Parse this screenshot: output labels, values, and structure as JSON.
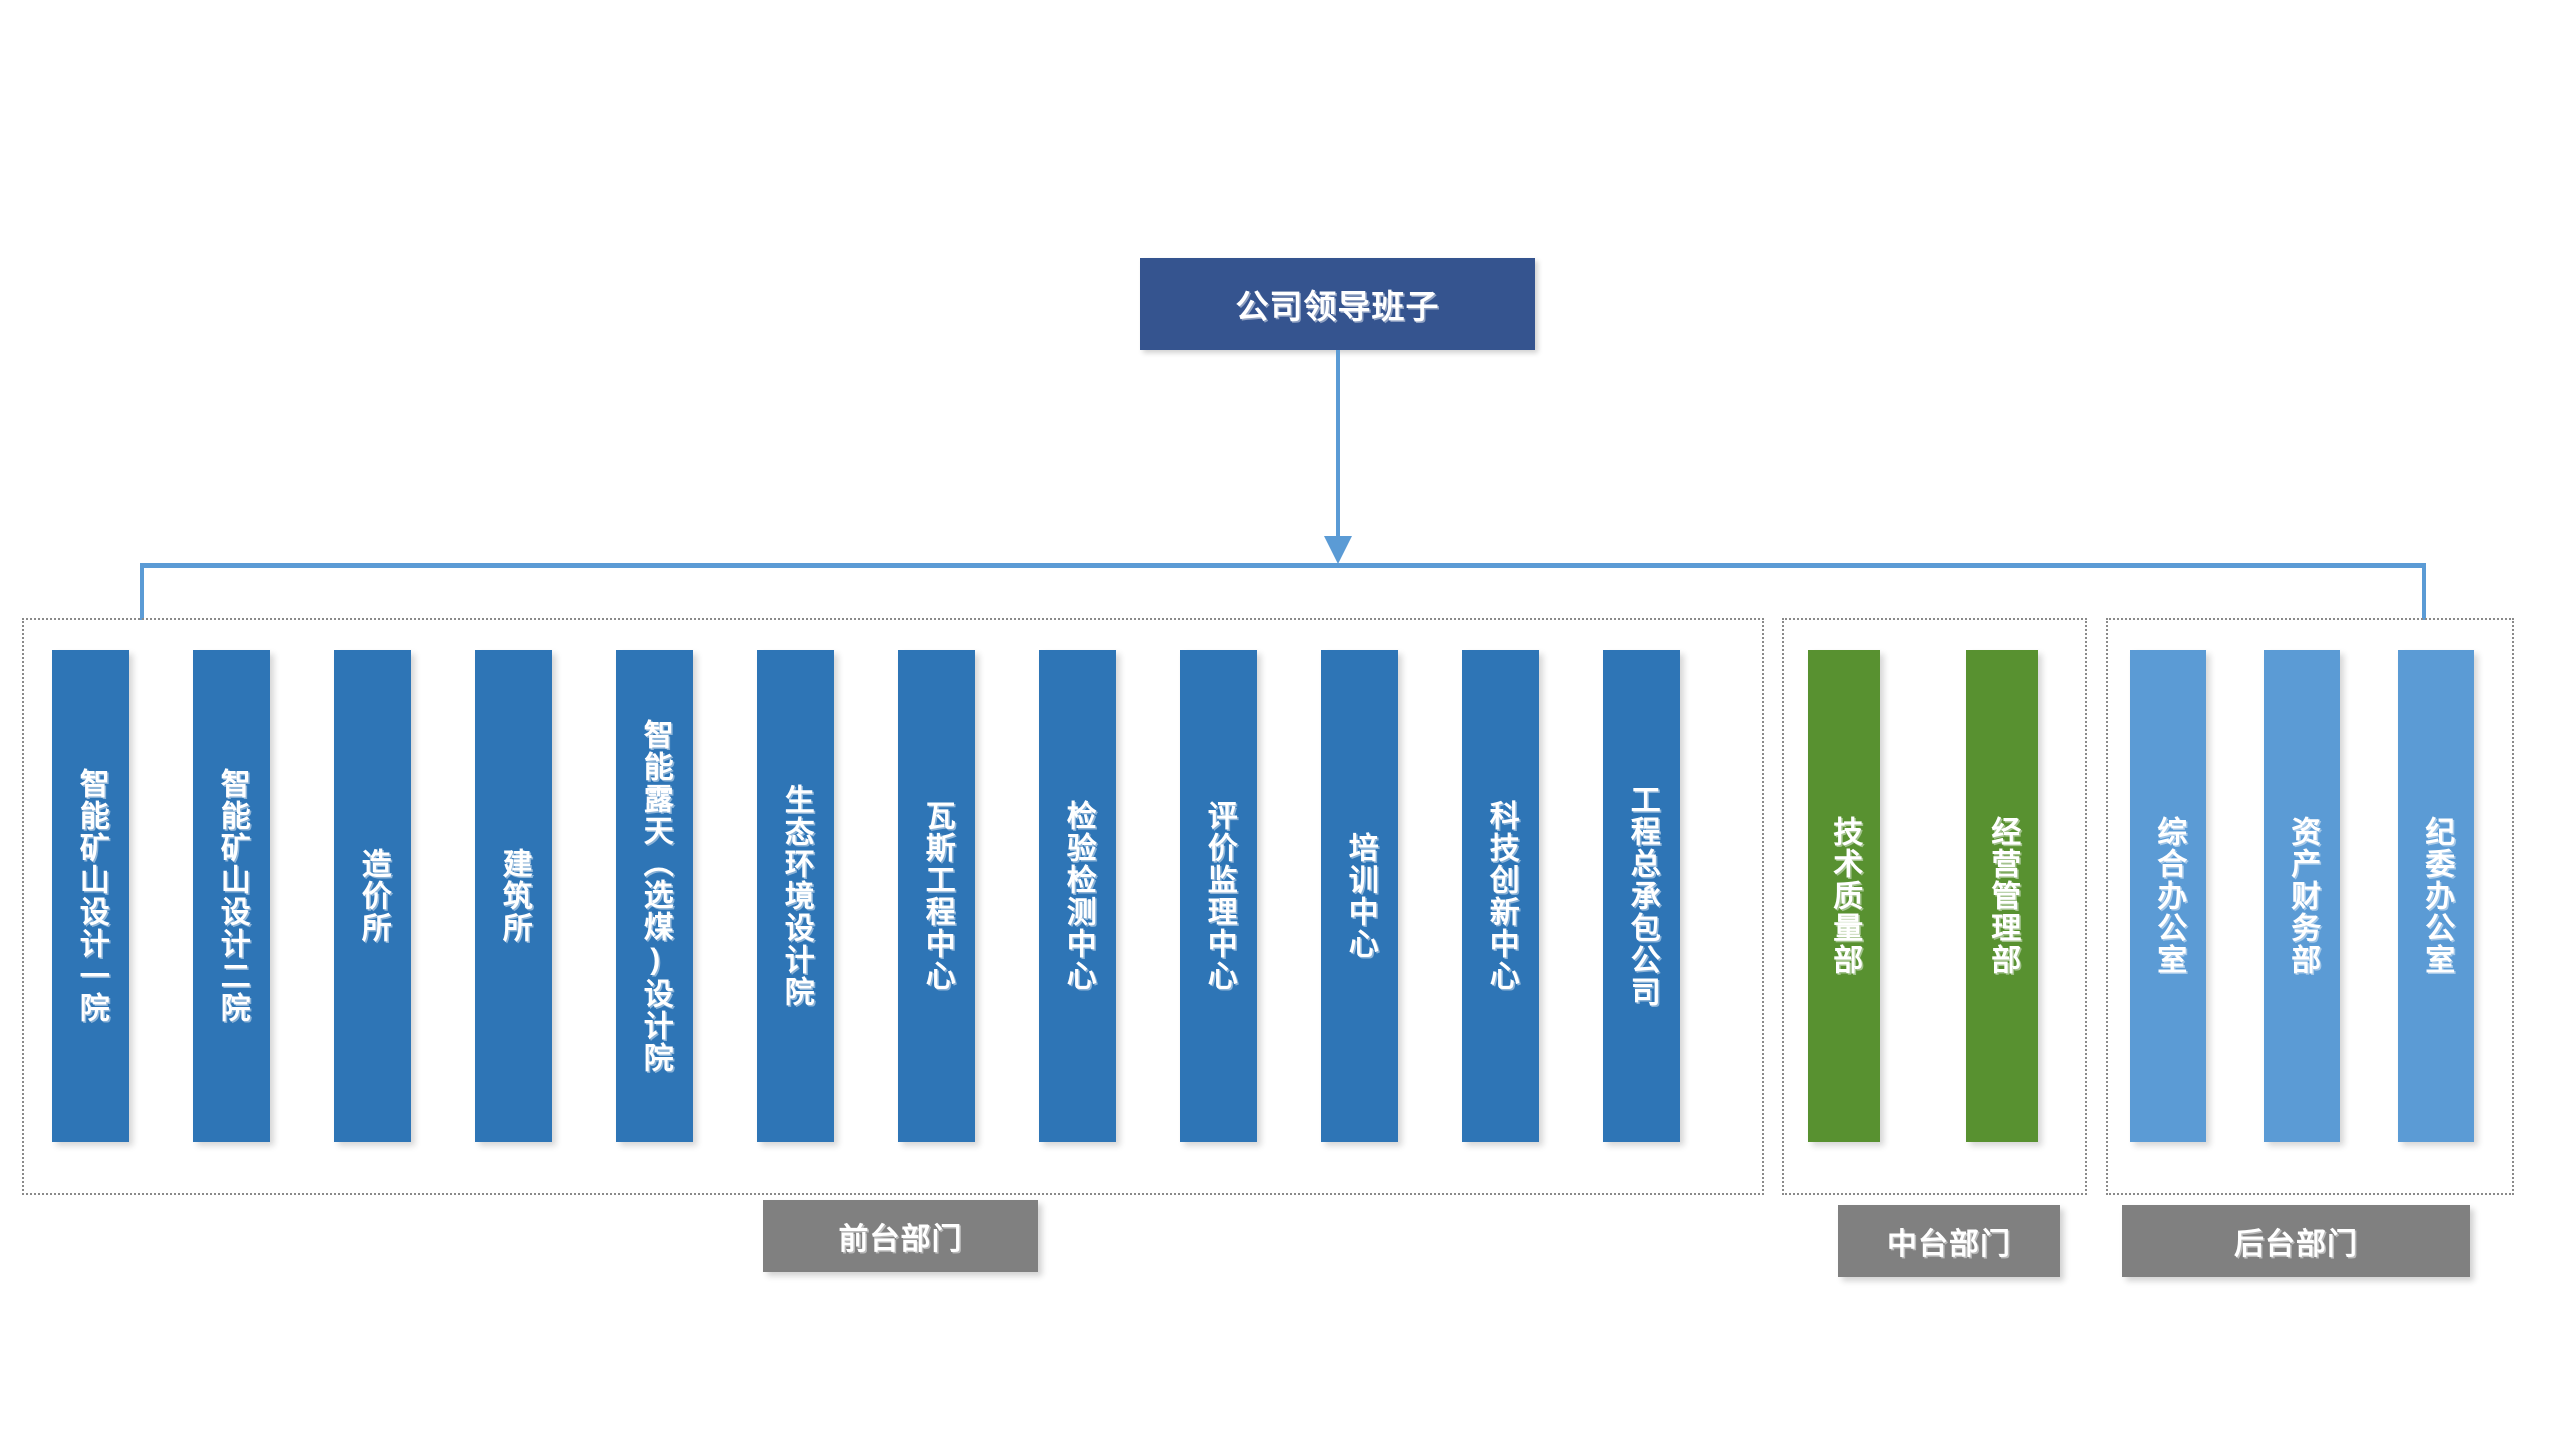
{
  "root": {
    "label": "公司领导班子",
    "color": "#35548F"
  },
  "connector": {
    "color": "#5B9BD5"
  },
  "groups": [
    {
      "id": "front",
      "tier_label": "前台部门",
      "tier_color": "#808080",
      "box_color": "#2E75B6",
      "departments": [
        {
          "label": "智能矿山设计一院"
        },
        {
          "label": "智能矿山设计二院"
        },
        {
          "label": "造价所"
        },
        {
          "label": "建筑所"
        },
        {
          "label": "智能露天（选煤)设计院"
        },
        {
          "label": "生态环境设计院"
        },
        {
          "label": "瓦斯工程中心"
        },
        {
          "label": "检验检测中心"
        },
        {
          "label": "评价监理中心"
        },
        {
          "label": "培训中心"
        },
        {
          "label": "科技创新中心"
        },
        {
          "label": "工程总承包公司"
        }
      ]
    },
    {
      "id": "middle",
      "tier_label": "中台部门",
      "tier_color": "#808080",
      "box_color": "#589130",
      "departments": [
        {
          "label": "技术质量部"
        },
        {
          "label": "经营管理部"
        }
      ]
    },
    {
      "id": "back",
      "tier_label": "后台部门",
      "tier_color": "#808080",
      "box_color": "#5B9BD5",
      "departments": [
        {
          "label": "综合办公室"
        },
        {
          "label": "资产财务部"
        },
        {
          "label": "纪委办公室"
        }
      ]
    }
  ]
}
